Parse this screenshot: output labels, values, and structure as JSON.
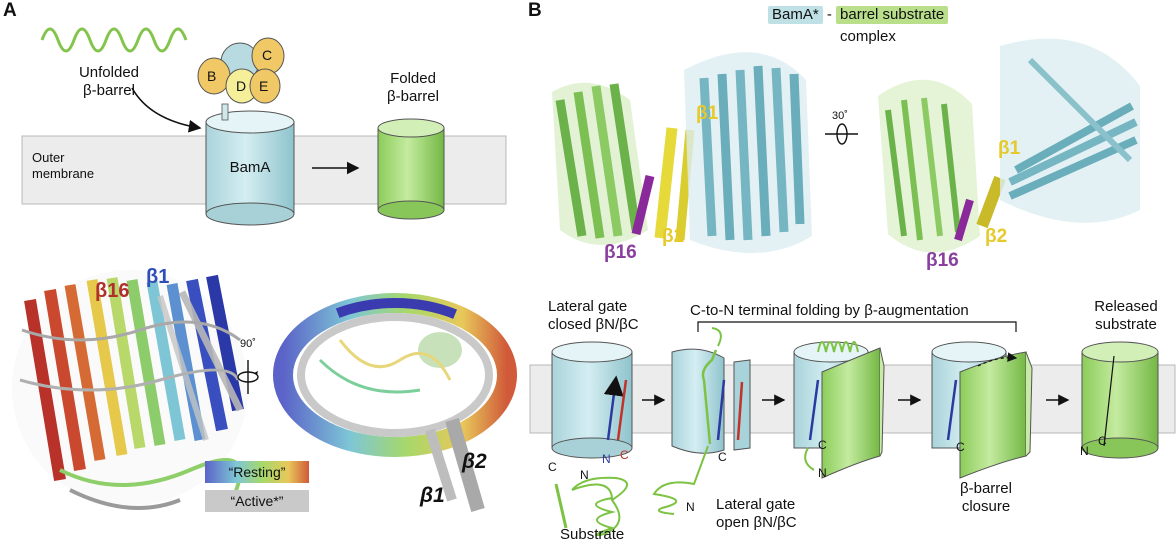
{
  "panel_a": {
    "letter": "A",
    "unfolded_label": [
      "Unfolded",
      "β-barrel"
    ],
    "folded_label": [
      "Folded",
      "β-barrel"
    ],
    "membrane_label": [
      "Outer",
      "membrane"
    ],
    "bama_label": "BamA",
    "bam_subunits": [
      "B",
      "C",
      "D",
      "E"
    ],
    "structure_labels": {
      "b16": "β16",
      "b1": "β1",
      "b2": "β2",
      "b1_right": "β1"
    },
    "rotation": "90˚",
    "legend": {
      "resting": "“Resting”",
      "active": "“Active*”"
    }
  },
  "panel_b": {
    "letter": "B",
    "complex_title": {
      "bama": "BamA*",
      "dash": "-",
      "substrate": "barrel substrate",
      "line2": "complex"
    },
    "rotation": "30˚",
    "strand_labels": {
      "b1": "β1",
      "b2": "β2",
      "b16": "β16"
    },
    "stage_labels": {
      "lateral_gate_closed": [
        "Lateral gate",
        "closed βN/βC"
      ],
      "folding": "C-to-N terminal folding by β-augmentation",
      "released": [
        "Released",
        "substrate"
      ],
      "substrate": "Substrate",
      "lateral_gate_open": [
        "Lateral gate",
        "open βN/βC"
      ],
      "closure": [
        "β-barrel",
        "closure"
      ]
    },
    "terminus": {
      "n": "N",
      "c": "C"
    }
  },
  "colors": {
    "bama_cyan": "#bfe1e6",
    "barrel_green": "#9ad46a",
    "substrate_green": "#7cc243",
    "strand_yellow": "#e6d93a",
    "strand_purple": "#8a2a9a",
    "strand_blue": "#2b3aa0",
    "strand_red": "#c0322a",
    "membrane": "#ececec",
    "label_yellow": "#e6c92a",
    "label_purple": "#8a3f9e",
    "label_red": "#b0302c",
    "label_blue": "#2f4fb8"
  }
}
